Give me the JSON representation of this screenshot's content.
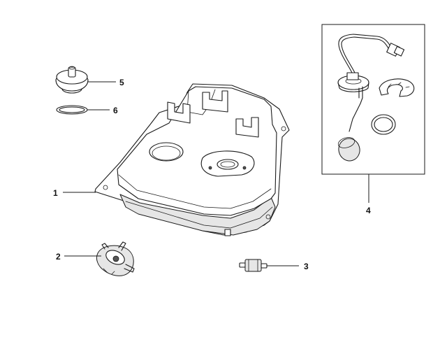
{
  "callouts": [
    {
      "id": "part-1",
      "label": "1"
    },
    {
      "id": "part-2",
      "label": "2"
    },
    {
      "id": "part-3",
      "label": "3"
    },
    {
      "id": "part-4",
      "label": "4"
    },
    {
      "id": "part-5",
      "label": "5"
    },
    {
      "id": "part-6",
      "label": "6"
    }
  ],
  "parts": {
    "fuel_tank": "fuel-tank-icon",
    "fuel_valve": "fuel-cock-icon",
    "fuel_filter": "inline-fuel-filter-icon",
    "fuel_sender": "fuel-level-sender-icon",
    "tank_cap": "fuel-cap-icon",
    "cap_gasket": "cap-gasket-icon"
  },
  "colors": {
    "line": "#1a1a1a",
    "background": "#ffffff"
  }
}
